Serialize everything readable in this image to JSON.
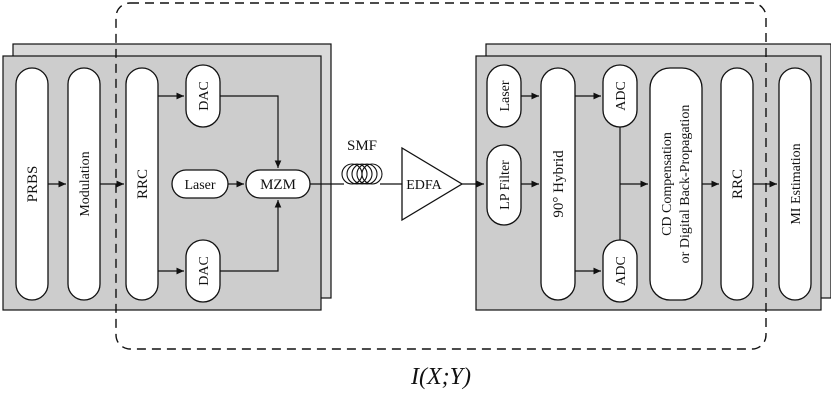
{
  "transmitter": {
    "prbs": "PRBS",
    "modulation": "Modulation",
    "rrc": "RRC",
    "dac_top": "DAC",
    "dac_bottom": "DAC",
    "laser": "Laser",
    "mzm": "MZM"
  },
  "channel": {
    "smf": "SMF",
    "edfa": "EDFA"
  },
  "receiver": {
    "laser": "Laser",
    "lp_filter": "LP Filter",
    "hybrid": "90° Hybrid",
    "adc_top": "ADC",
    "adc_bottom": "ADC",
    "cd_line1": "CD Compensation",
    "cd_line2": "or Digital Back-Propagation",
    "rrc": "RRC",
    "mi_estimation": "MI Estimation"
  },
  "mutual_information_label": "I(X;Y)",
  "colors": {
    "panel": "#cdcdcd",
    "panel_back": "#d9d9d9",
    "stroke": "#111111"
  }
}
